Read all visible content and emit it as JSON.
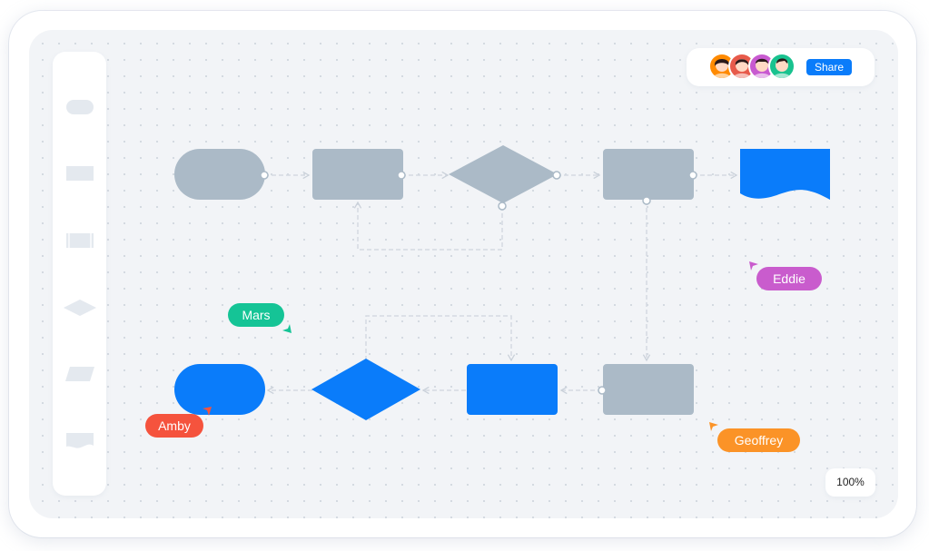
{
  "header": {
    "share_label": "Share"
  },
  "collaborators": [
    {
      "color": "#ff8a00",
      "hair": "#2a1a1a"
    },
    {
      "color": "#e75a4a",
      "hair": "#2a1a1a"
    },
    {
      "color": "#c85ad0",
      "hair": "#2a1a1a"
    },
    {
      "color": "#19c28f",
      "hair": "#2a1a1a"
    }
  ],
  "cursors": [
    {
      "name": "Eddie",
      "color": "#c95ccd"
    },
    {
      "name": "Mars",
      "color": "#15c496"
    },
    {
      "name": "Amby",
      "color": "#f5533d"
    },
    {
      "name": "Geoffrey",
      "color": "#fb9327"
    }
  ],
  "toolbar": {
    "tools": [
      "terminator-shape-icon",
      "rectangle-shape-icon",
      "process-shape-icon",
      "decision-shape-icon",
      "parallelogram-shape-icon",
      "document-shape-icon"
    ]
  },
  "zoom": {
    "level": "100%"
  },
  "colors": {
    "gray_shape": "#abbac7",
    "blue_shape": "#0a7cfa",
    "connector": "#d4dae2"
  }
}
